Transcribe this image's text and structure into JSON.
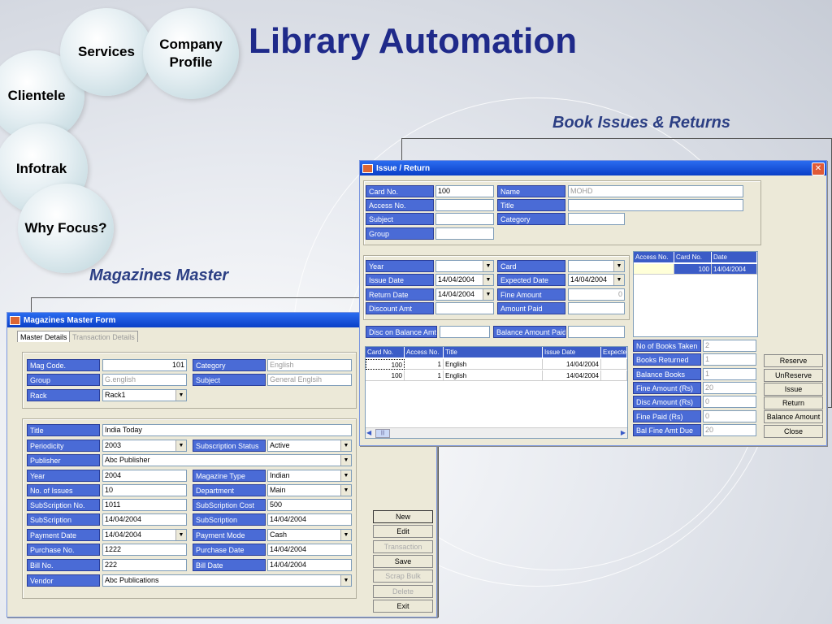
{
  "slide": {
    "title": "Library Automation",
    "caption_issues": "Book Issues & Returns",
    "caption_magazines": "Magazines Master",
    "nav": [
      "Services",
      "Company Profile",
      "Clientele",
      "Infotrak",
      "Why Focus?"
    ]
  },
  "issue_window": {
    "title": "Issue / Return",
    "close": "✕",
    "top_fields": {
      "card_no_label": "Card No.",
      "card_no_value": "100",
      "name_label": "Name",
      "name_value": "MOHD",
      "access_no_label": "Access No.",
      "title_label": "Title",
      "subject_label": "Subject",
      "category_label": "Category",
      "group_label": "Group"
    },
    "mid_fields": {
      "year_label": "Year",
      "card_label": "Card",
      "issue_date_label": "Issue Date",
      "issue_date_value": "14/04/2004",
      "expected_date_label": "Expected Date",
      "expected_date_value": "14/04/2004",
      "return_date_label": "Return Date",
      "return_date_value": "14/04/2004",
      "fine_amount_label": "Fine Amount",
      "fine_amount_value": "0",
      "discount_amt_label": "Discount Amt",
      "amount_paid_label": "Amount Paid",
      "disc_balance_label": "Disc on Balance Amt",
      "balance_paid_label": "Balance Amount Paid"
    },
    "reserve_grid": {
      "headers": [
        "Access No.",
        "Card No.",
        "Date"
      ],
      "row": [
        "",
        "100",
        "14/04/2004"
      ]
    },
    "issue_grid": {
      "headers": [
        "Card No.",
        "Access No.",
        "Title",
        "Issue Date",
        "Expecte"
      ],
      "rows": [
        [
          "100",
          "1",
          "English",
          "14/04/2004",
          ""
        ],
        [
          "100",
          "1",
          "English",
          "14/04/2004",
          ""
        ]
      ],
      "scroll_left": "◀",
      "scroll_right": "▶",
      "scroll_thumb": "|||"
    },
    "stats": [
      {
        "label": "No of Books Taken",
        "value": "2"
      },
      {
        "label": "Books Returned",
        "value": "1"
      },
      {
        "label": "Balance Books",
        "value": "1"
      },
      {
        "label": "Fine Amount (Rs)",
        "value": "20"
      },
      {
        "label": "Disc Amount (Rs)",
        "value": "0"
      },
      {
        "label": "Fine Paid (Rs)",
        "value": "0"
      },
      {
        "label": "Bal Fine Amt Due",
        "value": "20"
      }
    ],
    "buttons": [
      "Reserve",
      "UnReserve",
      "Issue",
      "Return",
      "Balance Amount",
      "Close"
    ]
  },
  "mag_window": {
    "title": "Magazines Master Form",
    "tabs": [
      "Master Details",
      "Transaction Details"
    ],
    "top": {
      "mag_code_label": "Mag Code.",
      "mag_code_value": "101",
      "category_label": "Category",
      "category_value": "English",
      "group_label": "Group",
      "group_value": "G.english",
      "subject_label": "Subject",
      "subject_value": "General Englsih",
      "rack_label": "Rack",
      "rack_value": "Rack1"
    },
    "details": {
      "title_label": "Title",
      "title_value": "India Today",
      "periodicity_label": "Periodicity",
      "periodicity_value": "2003",
      "sub_status_label": "Subscription Status",
      "sub_status_value": "Active",
      "publisher_label": "Publisher",
      "publisher_value": "Abc Publisher",
      "year_label": "Year",
      "year_value": "2004",
      "mag_type_label": "Magazine Type",
      "mag_type_value": "Indian",
      "issues_label": "No. of Issues",
      "issues_value": "10",
      "department_label": "Department",
      "department_value": "Main",
      "sub_no_label": "SubScription No.",
      "sub_no_value": "1011",
      "sub_cost_label": "SubScription Cost",
      "sub_cost_value": "500",
      "sub_from_label": "SubScription",
      "sub_from_value": "14/04/2004",
      "sub_to_label": "SubScription",
      "sub_to_value": "14/04/2004",
      "payment_date_label": "Payment Date",
      "payment_date_value": "14/04/2004",
      "payment_mode_label": "Payment Mode",
      "payment_mode_value": "Cash",
      "purchase_no_label": "Purchase No.",
      "purchase_no_value": "1222",
      "purchase_date_label": "Purchase  Date",
      "purchase_date_value": "14/04/2004",
      "bill_no_label": "Bill No.",
      "bill_no_value": "222",
      "bill_date_label": "Bill  Date",
      "bill_date_value": "14/04/2004",
      "vendor_label": "Vendor",
      "vendor_value": "Abc Publications"
    },
    "buttons": [
      "New",
      "Edit",
      "Transaction",
      "Save",
      "Scrap Bulk",
      "Delete",
      "Exit"
    ],
    "dropdown_arrow": "▼"
  },
  "colors": {
    "label_bg": "#4a6bd6",
    "title_blue": "#1f2a8a",
    "titlebar": "#0a3fc7"
  }
}
